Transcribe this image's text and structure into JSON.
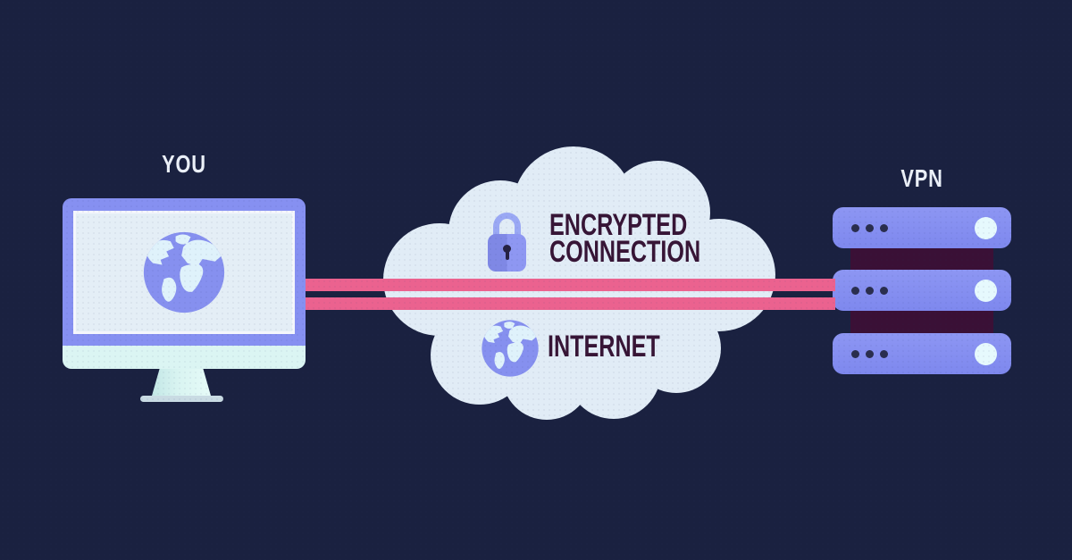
{
  "title": "VPN encrypted connection diagram",
  "left": {
    "label": "YOU"
  },
  "right": {
    "label": "VPN",
    "server_count": 3
  },
  "cloud": {
    "encrypted": {
      "line1": "ENCRYPTED",
      "line2": "CONNECTION"
    },
    "internet": {
      "label": "INTERNET"
    }
  },
  "icons": {
    "monitor_globe": "globe-icon (circle with light continents)",
    "lock": "lock-icon (padlock with shackle and keyhole)",
    "internet_globe": "globe-icon (circle with light continents)",
    "server_dots": "three small dark circles",
    "server_light": "large light circle"
  },
  "colors": {
    "background": "#1a2140",
    "periwinkle": "#8690f1",
    "cloud": "#e1ecf6",
    "stripe_pink": "#eb628f",
    "dark_purple_text": "#371536",
    "server_connector": "#3a1036",
    "screen": "#e4eef6",
    "monitor_chin_mint": "#dbf5f3",
    "label_white": "#ebf0f8",
    "globe_ocean": "#8690ef",
    "globe_land": "#dff2fb"
  }
}
